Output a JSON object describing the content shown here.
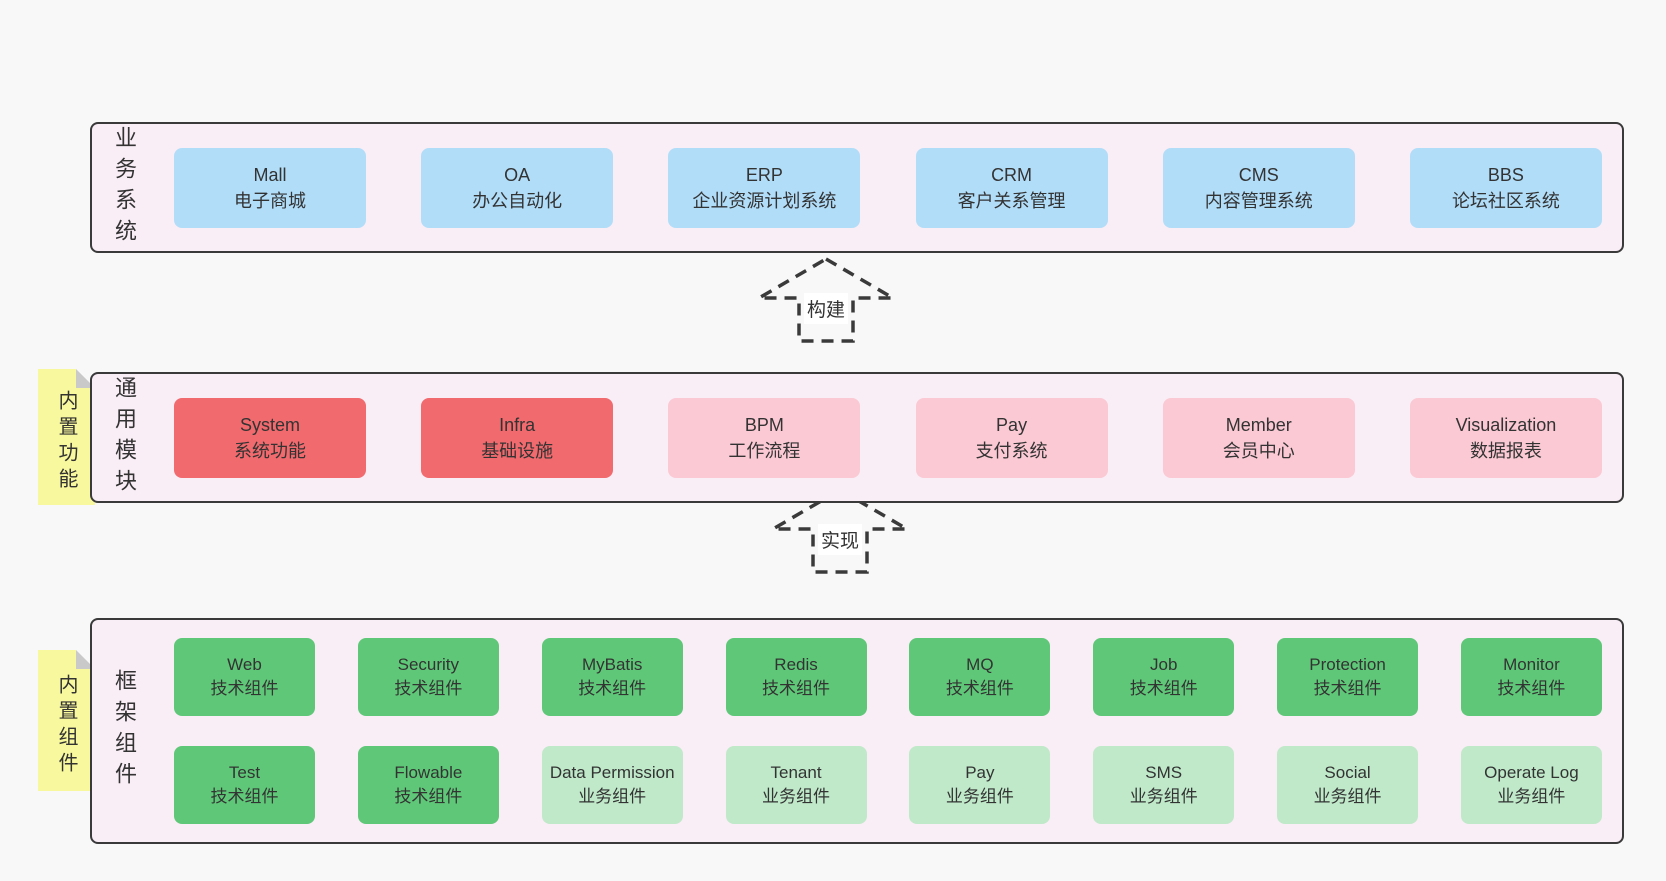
{
  "diagram": {
    "bands": [
      {
        "label": "业务系统",
        "items": [
          {
            "name": "Mall",
            "desc": "电子商城"
          },
          {
            "name": "OA",
            "desc": "办公自动化"
          },
          {
            "name": "ERP",
            "desc": "企业资源计划系统"
          },
          {
            "name": "CRM",
            "desc": "客户关系管理"
          },
          {
            "name": "CMS",
            "desc": "内容管理系统"
          },
          {
            "name": "BBS",
            "desc": "论坛社区系统"
          }
        ]
      },
      {
        "label": "通用模块",
        "note": "内置功能",
        "items": [
          {
            "name": "System",
            "desc": "系统功能"
          },
          {
            "name": "Infra",
            "desc": "基础设施"
          },
          {
            "name": "BPM",
            "desc": "工作流程"
          },
          {
            "name": "Pay",
            "desc": "支付系统"
          },
          {
            "name": "Member",
            "desc": "会员中心"
          },
          {
            "name": "Visualization",
            "desc": "数据报表"
          }
        ]
      },
      {
        "label": "框架组件",
        "note": "内置组件",
        "rows": [
          [
            {
              "name": "Web",
              "desc": "技术组件"
            },
            {
              "name": "Security",
              "desc": "技术组件"
            },
            {
              "name": "MyBatis",
              "desc": "技术组件"
            },
            {
              "name": "Redis",
              "desc": "技术组件"
            },
            {
              "name": "MQ",
              "desc": "技术组件"
            },
            {
              "name": "Job",
              "desc": "技术组件"
            },
            {
              "name": "Protection",
              "desc": "技术组件"
            },
            {
              "name": "Monitor",
              "desc": "技术组件"
            }
          ],
          [
            {
              "name": "Test",
              "desc": "技术组件"
            },
            {
              "name": "Flowable",
              "desc": "技术组件"
            },
            {
              "name": "Data Permission",
              "desc": "业务组件"
            },
            {
              "name": "Tenant",
              "desc": "业务组件"
            },
            {
              "name": "Pay",
              "desc": "业务组件"
            },
            {
              "name": "SMS",
              "desc": "业务组件"
            },
            {
              "name": "Social",
              "desc": "业务组件"
            },
            {
              "name": "Operate Log",
              "desc": "业务组件"
            }
          ]
        ]
      }
    ],
    "arrows": [
      {
        "label": "构建"
      },
      {
        "label": "实现"
      }
    ],
    "colors": {
      "page_bg": "#f8f8f8",
      "band_bg": "#f9edf6",
      "band_border": "#3a3a3a",
      "blue": "#b1ddf9",
      "red": "#f16a6e",
      "pink": "#fbc9d4",
      "green": "#5fc878",
      "light_green": "#bfe9c9",
      "note_yellow": "#f8f89e",
      "text": "#333333"
    }
  }
}
